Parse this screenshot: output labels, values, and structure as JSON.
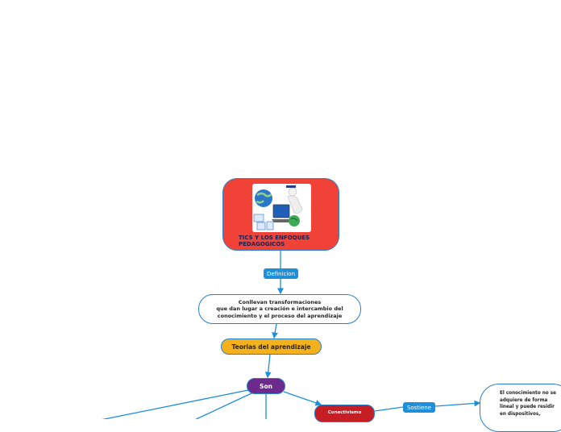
{
  "diagram": {
    "root": {
      "label": "TICS Y LOS ENFOQUES PEDAGOGICOS",
      "image_icon": "globe-computer-person-illustration"
    },
    "edge_labels": {
      "definicion": "Definicion",
      "sostiene": "Sostiene"
    },
    "nodes": {
      "definition": "Conllevan transformaciones\nque dan lugar a creación e intercambio del\nconocimiento y el proceso del aprendizaje",
      "teorias": "Teorias del aprendizaje",
      "son": "Son",
      "conectivismo": "Conectivismo",
      "conocimiento": "El conocimiento no se\nadquiere de forma\nlineal y puede residir\nen dispositivos,"
    },
    "colors": {
      "root": "#f04237",
      "teorias": "#f3b21c",
      "son": "#6b2a8c",
      "conectivismo": "#c51f25",
      "connector": "#1e8fd9"
    }
  }
}
